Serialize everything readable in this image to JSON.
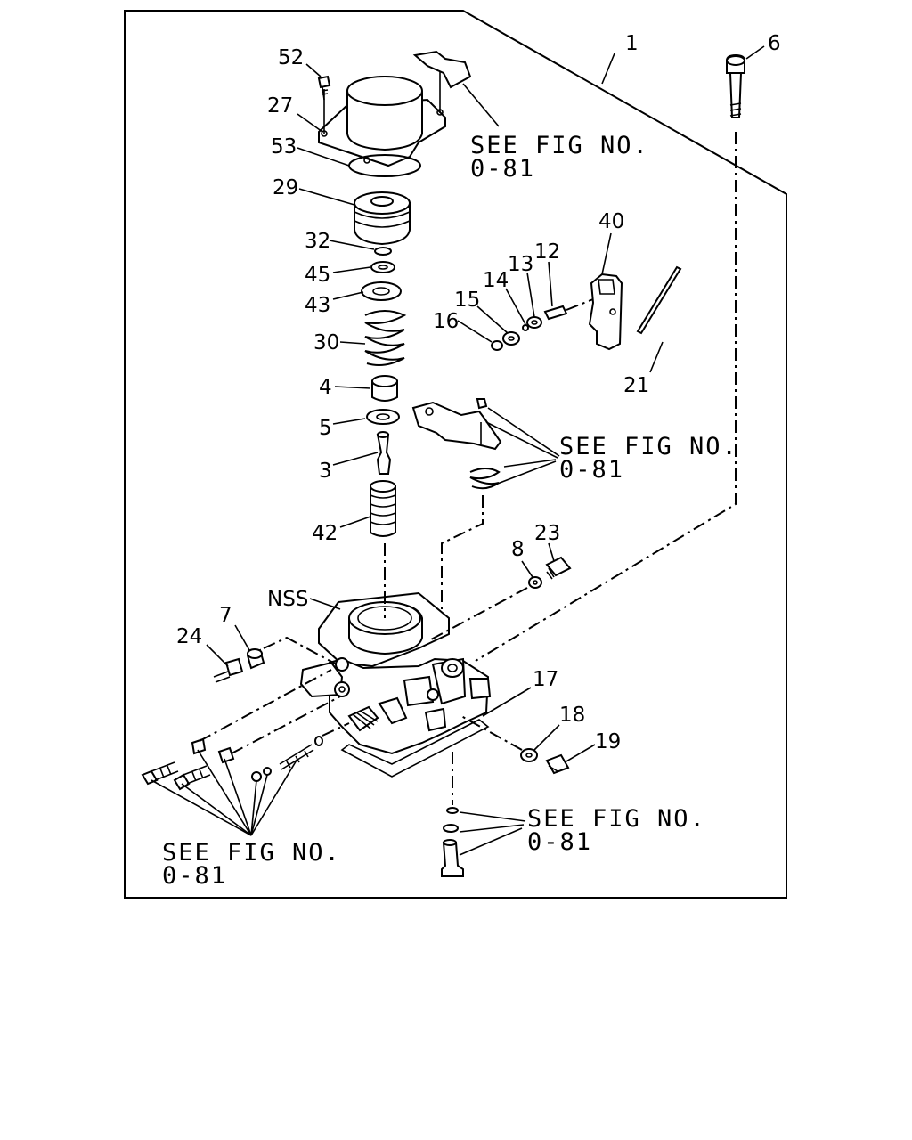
{
  "labels": {
    "p1": "1",
    "p6": "6",
    "p52": "52",
    "p27": "27",
    "p53": "53",
    "p29": "29",
    "p32": "32",
    "p45": "45",
    "p43": "43",
    "p30": "30",
    "p4": "4",
    "p5": "5",
    "p3": "3",
    "p42": "42",
    "p40": "40",
    "p12": "12",
    "p13": "13",
    "p14": "14",
    "p15": "15",
    "p16": "16",
    "p21": "21",
    "p23": "23",
    "p8": "8",
    "pNSS": "NSS",
    "p7": "7",
    "p24": "24",
    "p17": "17",
    "p18": "18",
    "p19": "19"
  },
  "references": {
    "top_line1": "SEE FIG NO.",
    "top_line2": "0-81",
    "mid_line1": "SEE FIG NO.",
    "mid_line2": "0-81",
    "low_line1": "SEE FIG NO.",
    "low_line2": "0-81",
    "left_line1": "SEE FIG NO.",
    "left_line2": "0-81"
  }
}
